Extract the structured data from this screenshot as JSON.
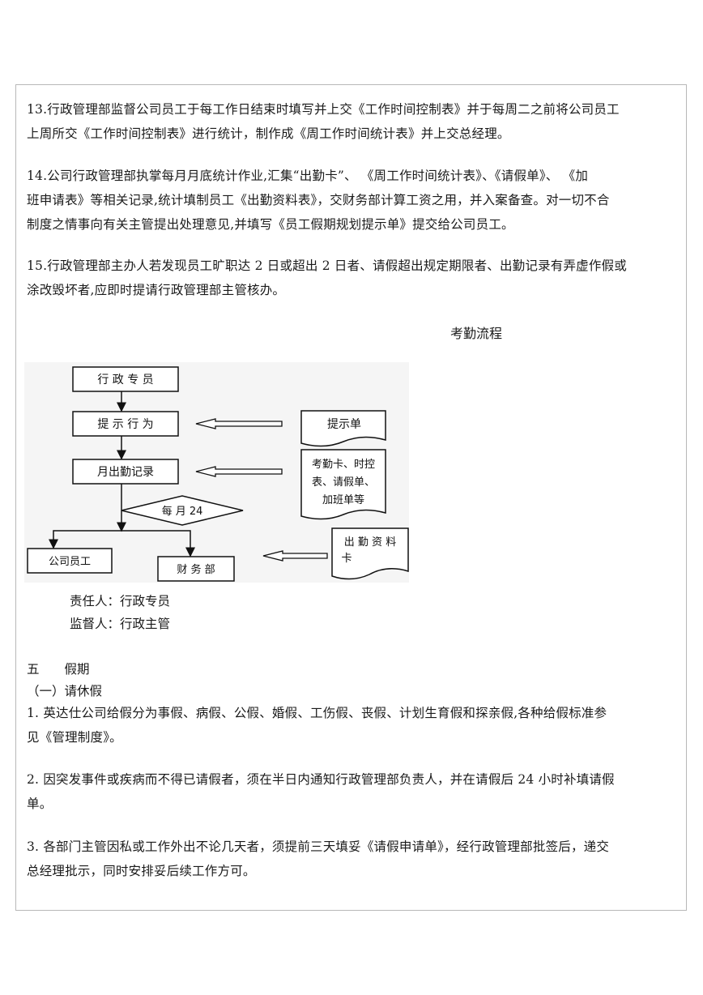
{
  "para13": [
    "13.行政管理部监督公司员工于每工作日结束时填写并上交《工作时间控制表》并于每周二之前将公司员工",
    "上周所交《工作时间控制表》进行统计，制作成《周工作时间统计表》并上交总经理。"
  ],
  "para14": [
    "14.公司行政管理部执掌每月月底统计作业,汇集“出勤卡”、 《周工作时间统计表》、《请假单》、 《加",
    "班申请表》等相关记录,统计填制员工《出勤资料表》，交财务部计算工资之用，并入案备查。对一切不合",
    "制度之情事向有关主管提出处理意见,并填写《员工假期规划提示单》提交给公司员工。"
  ],
  "para15": [
    "15.行政管理部主办人若发现员工旷职达 2 日或超出 2 日者、请假超出规定期限者、出勤记录有弄虚作假或",
    "涂改毁坏者,应即时提请行政管理部主管核办。"
  ],
  "flow_title": "考勤流程",
  "flowchart": {
    "box_admin_staff": "行 政 专 员",
    "box_prompt": "提 示 行 为",
    "box_monthly": "月出勤记录",
    "diamond": "每 月  24",
    "box_staff": "公司员工",
    "box_finance": "财 务 部",
    "doc_prompt": "提示单",
    "doc_records": [
      "考勤卡、时控",
      "表、请假单、",
      "加班单等"
    ],
    "doc_attendance": [
      "出 勤 资 料",
      "卡"
    ]
  },
  "responsible": "责任人：行政专员",
  "supervisor": "监督人：行政主管",
  "section_heading": "五　　假期",
  "subsection": "（一）请休假",
  "item1": [
    "1.  英达仕公司给假分为事假、病假、公假、婚假、工伤假、丧假、计划生育假和探亲假,各种给假标准参",
    "见《管理制度》。"
  ],
  "item2": [
    "2.  因突发事件或疾病而不得已请假者，须在半日内通知行政管理部负责人，并在请假后 24 小时补填请假",
    "单。"
  ],
  "item3": [
    "3.  各部门主管因私或工作外出不论几天者，须提前三天填妥《请假申请单》，经行政管理部批签后，递交",
    "总经理批示，同时安排妥后续工作方可。"
  ]
}
